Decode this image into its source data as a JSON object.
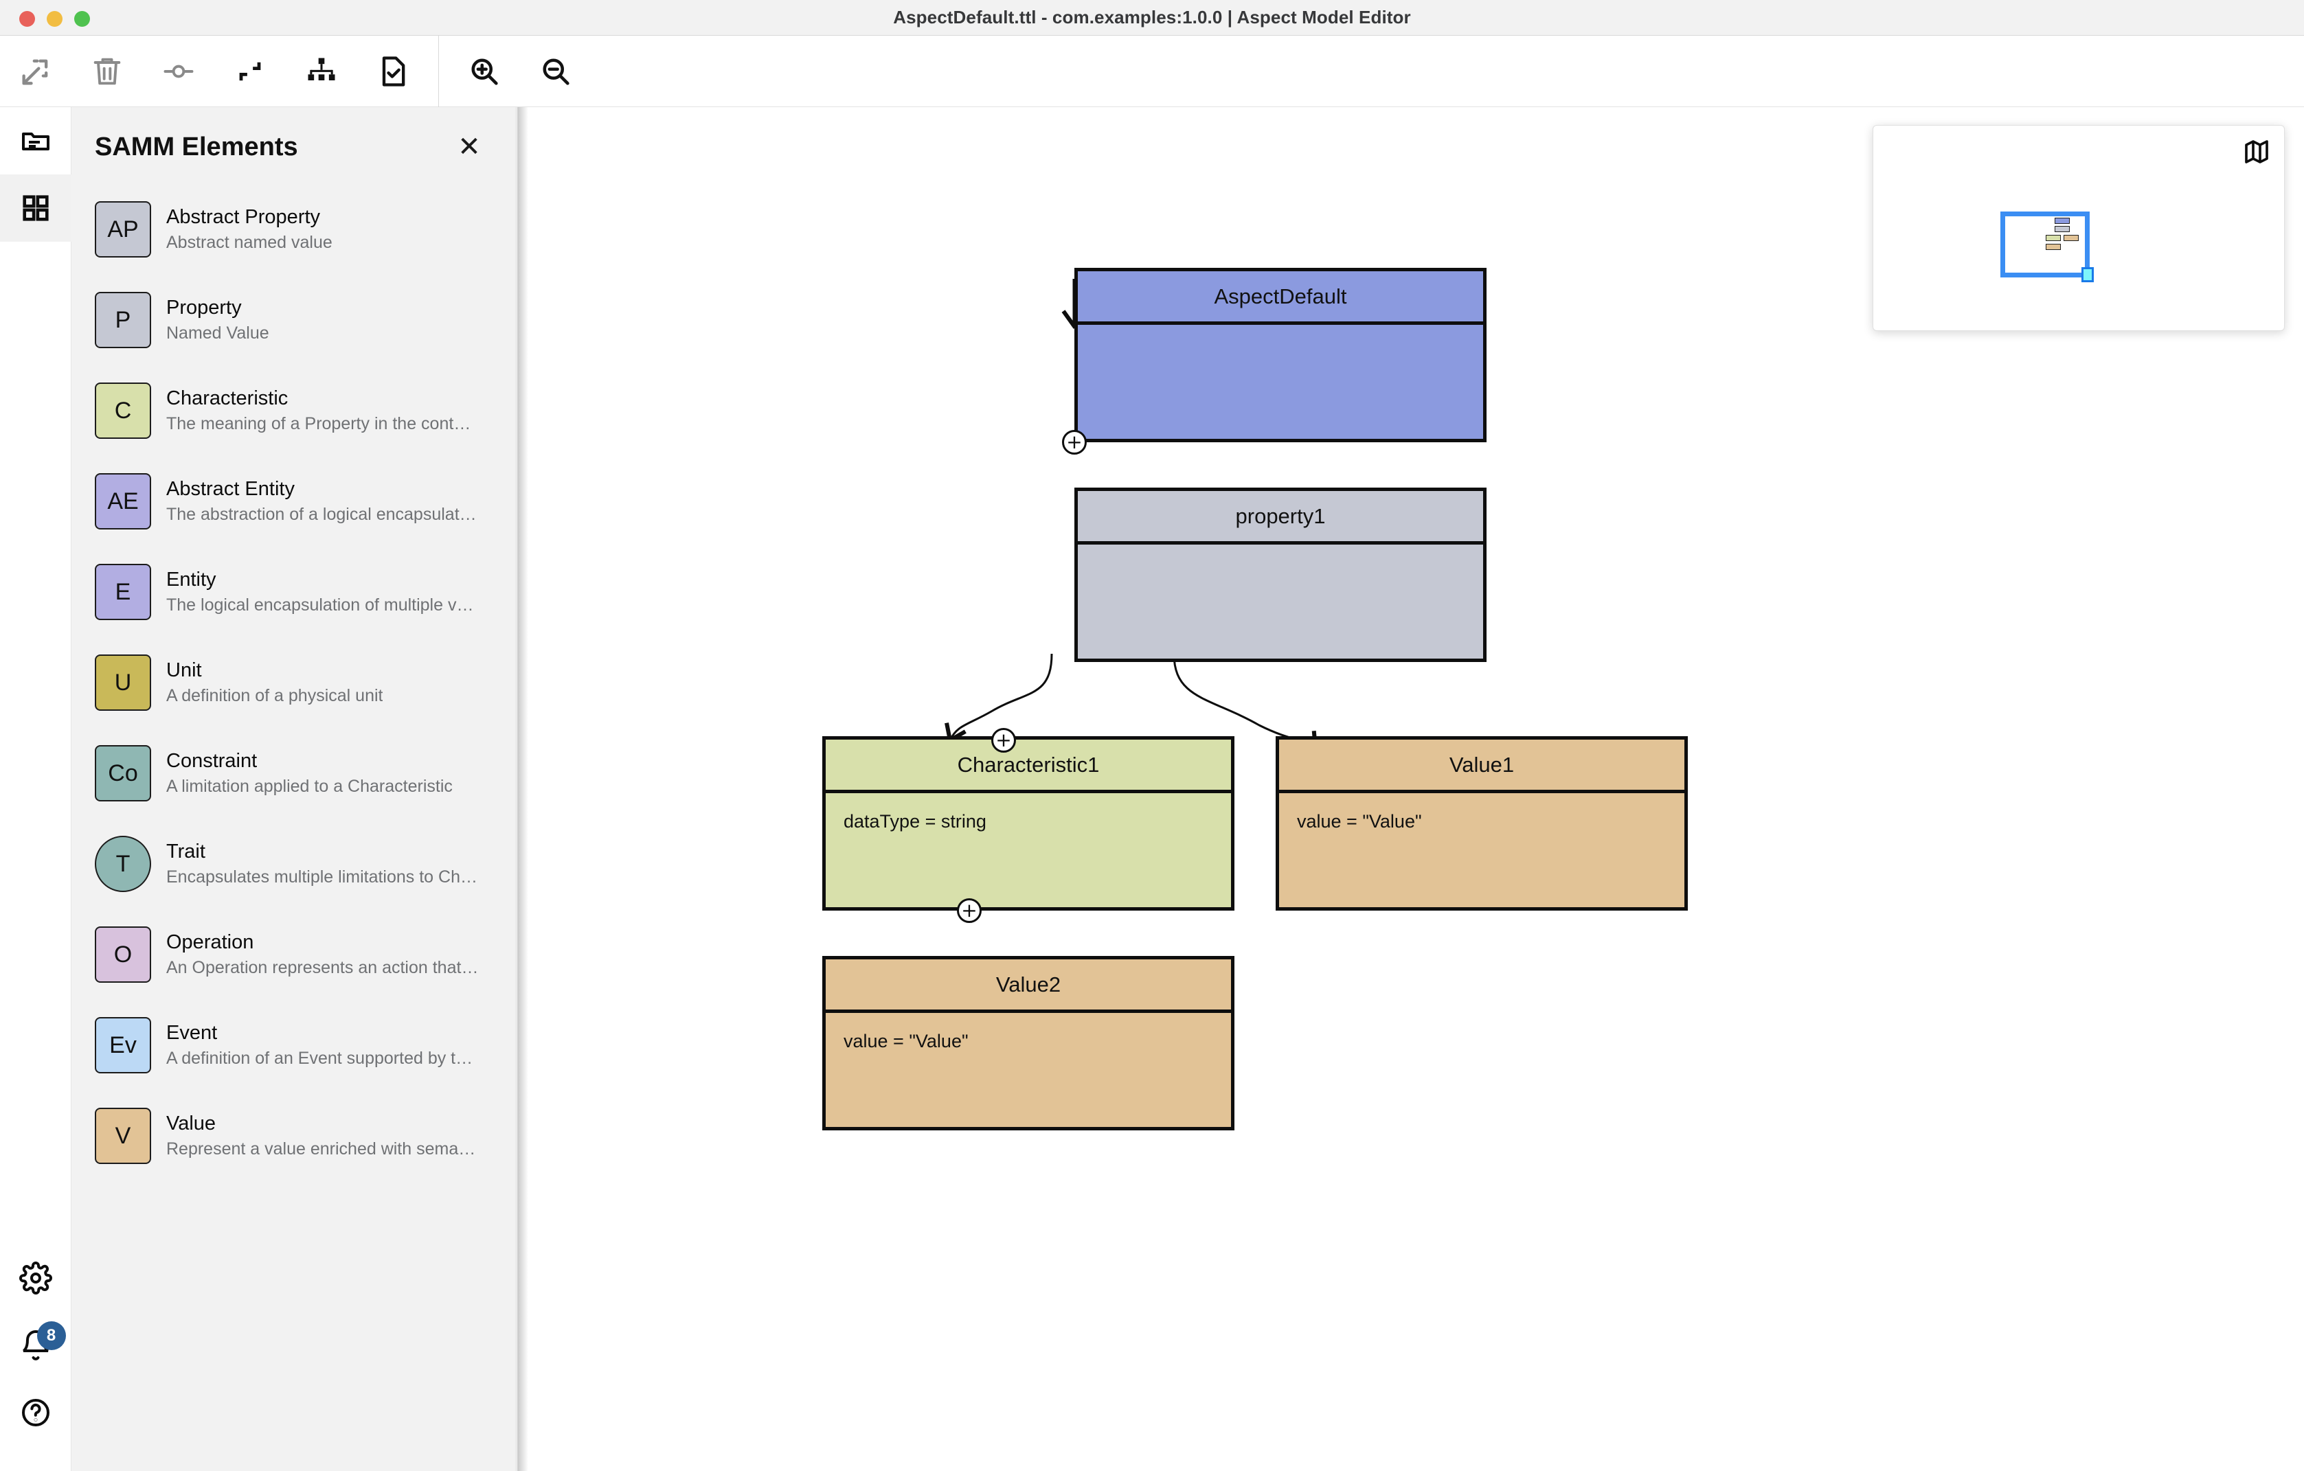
{
  "window": {
    "title": "AspectDefault.ttl - com.examples:1.0.0 | Aspect Model Editor",
    "controls": [
      "close",
      "minimize",
      "maximize"
    ]
  },
  "toolbar": {
    "buttons": [
      {
        "name": "select-all-icon",
        "label": "Select All",
        "disabled": true
      },
      {
        "name": "delete-icon",
        "label": "Delete",
        "disabled": true
      },
      {
        "name": "connect-icon",
        "label": "Connect",
        "disabled": false
      },
      {
        "name": "format-icon",
        "label": "Format",
        "disabled": false
      },
      {
        "name": "hierarchy-icon",
        "label": "Auto Layout",
        "disabled": false
      },
      {
        "name": "validate-icon",
        "label": "Validate",
        "disabled": false
      },
      {
        "name": "zoom-in-icon",
        "label": "Zoom In",
        "disabled": false
      },
      {
        "name": "zoom-out-icon",
        "label": "Zoom Out",
        "disabled": false
      }
    ]
  },
  "rail": {
    "top": [
      {
        "name": "workspace-icon",
        "label": "Workspace",
        "active": false
      },
      {
        "name": "elements-grid-icon",
        "label": "Elements",
        "active": true
      }
    ],
    "bottom": [
      {
        "name": "settings-gear-icon",
        "label": "Settings",
        "badge": ""
      },
      {
        "name": "notifications-bell-icon",
        "label": "Notifications",
        "badge": "8"
      },
      {
        "name": "help-question-icon",
        "label": "Help",
        "badge": ""
      }
    ]
  },
  "panel": {
    "title": "SAMM Elements",
    "close_label": "✕",
    "items": [
      {
        "abbr": "AP",
        "name": "Abstract Property",
        "desc": "Abstract named value",
        "color": "#c5c8d3",
        "shape": "square"
      },
      {
        "abbr": "P",
        "name": "Property",
        "desc": "Named Value",
        "color": "#c5c8d3",
        "shape": "square"
      },
      {
        "abbr": "C",
        "name": "Characteristic",
        "desc": "The meaning of a Property in the context …",
        "color": "#d8e0ab",
        "shape": "square"
      },
      {
        "abbr": "AE",
        "name": "Abstract Entity",
        "desc": "The abstraction of a logical encapsulatio…",
        "color": "#b2aee2",
        "shape": "square"
      },
      {
        "abbr": "E",
        "name": "Entity",
        "desc": "The logical encapsulation of multiple val…",
        "color": "#b2aee2",
        "shape": "square"
      },
      {
        "abbr": "U",
        "name": "Unit",
        "desc": "A definition of a physical unit",
        "color": "#c9b959",
        "shape": "square"
      },
      {
        "abbr": "Co",
        "name": "Constraint",
        "desc": "A limitation applied to a Characteristic",
        "color": "#8fb7b3",
        "shape": "square"
      },
      {
        "abbr": "T",
        "name": "Trait",
        "desc": "Encapsulates multiple limitations to Char…",
        "color": "#8fb7b3",
        "shape": "round"
      },
      {
        "abbr": "O",
        "name": "Operation",
        "desc": "An Operation represents an action that c…",
        "color": "#d8c2dd",
        "shape": "square"
      },
      {
        "abbr": "Ev",
        "name": "Event",
        "desc": "A definition of an Event supported by the …",
        "color": "#bcd9f5",
        "shape": "square"
      },
      {
        "abbr": "V",
        "name": "Value",
        "desc": "Represent a value enriched with semanti…",
        "color": "#e2c396",
        "shape": "square"
      }
    ]
  },
  "diagram": {
    "nodes": [
      {
        "id": "aspect",
        "title": "AspectDefault",
        "body": "",
        "type": "aspect"
      },
      {
        "id": "prop1",
        "title": "property1",
        "body": "",
        "type": "property"
      },
      {
        "id": "char1",
        "title": "Characteristic1",
        "body": "dataType = string",
        "type": "characteristic"
      },
      {
        "id": "value1",
        "title": "Value1",
        "body": "value = \"Value\"",
        "type": "value"
      },
      {
        "id": "value2",
        "title": "Value2",
        "body": "value = \"Value\"",
        "type": "value"
      }
    ],
    "expand_label": "+",
    "colors": {
      "aspect": "#8b9adf",
      "property": "#c5c8d3",
      "characteristic": "#d8e0ab",
      "value": "#e2c396",
      "border": "#0e0e0e"
    }
  },
  "minimap": {
    "icon_name": "map-icon",
    "viewport_color": "#3b8ef3",
    "handle_color": "#7df5fb"
  }
}
